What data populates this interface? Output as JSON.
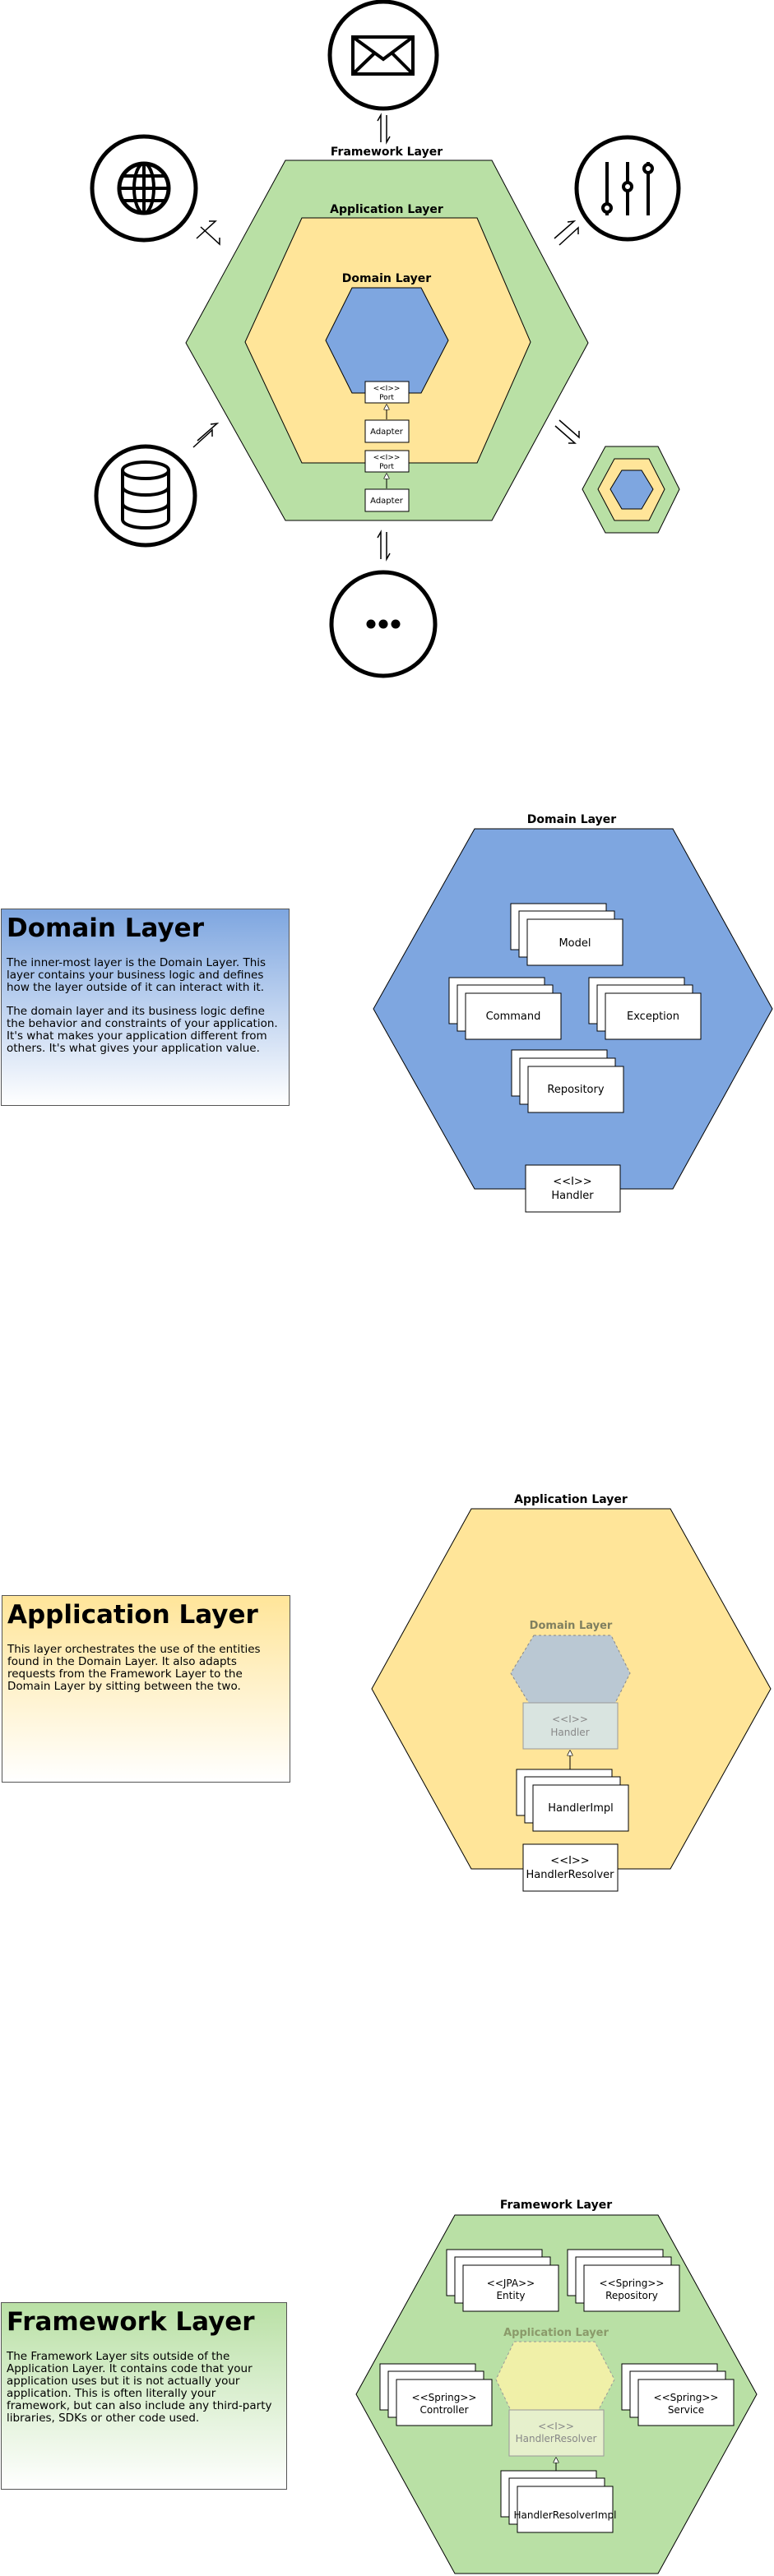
{
  "colors": {
    "framework": "#b9e0a5",
    "application": "#ffe599",
    "domain": "#7ea6e0",
    "faded_domain": "#bac8d3",
    "stroke": "#000000"
  },
  "overview": {
    "framework_title": "Framework Layer",
    "application_title": "Application Layer",
    "domain_title": "Domain Layer",
    "port_top_stereo": "<<I>>",
    "port_top_label": "Port",
    "adapter_top": "Adapter",
    "port_bottom_stereo": "<<I>>",
    "port_bottom_label": "Port",
    "adapter_bottom": "Adapter",
    "icons": [
      "mail-icon",
      "globe-icon",
      "sliders-icon",
      "database-icon",
      "more-icon",
      "mini-hexagon-icon"
    ]
  },
  "domain_section": {
    "heading": "Domain Layer",
    "para1": "The inner-most layer is the Domain Layer. This layer contains your business logic and defines how the layer outside of it can interact with it.",
    "para2": "The domain layer and its business logic define the behavior and constraints of your application. It's what makes your application different from others. It's what gives your application value.",
    "hex_title": "Domain Layer",
    "model": "Model",
    "command": "Command",
    "exception": "Exception",
    "repository": "Repository",
    "handler_stereo": "<<I>>",
    "handler": "Handler"
  },
  "application_section": {
    "heading": "Application Layer",
    "para1": "This layer orchestrates the use of the entities found in the Domain Layer. It also adapts requests from the Framework Layer to the Domain Layer by sitting between the two.",
    "hex_title": "Application Layer",
    "inner_title": "Domain Layer",
    "handler_stereo": "<<I>>",
    "handler": "Handler",
    "handler_impl": "HandlerImpl",
    "resolver_stereo": "<<I>>",
    "resolver": "HandlerResolver"
  },
  "framework_section": {
    "heading": "Framework Layer",
    "para1": "The Framework Layer sits outside of the Application Layer. It contains code that your application uses but it is not actually your application. This is often literally your framework, but can also include any third-party libraries, SDKs or other code used.",
    "hex_title": "Framework Layer",
    "inner_title": "Application Layer",
    "entity_stereo": "<<JPA>>",
    "entity": "Entity",
    "repo_stereo": "<<Spring>>",
    "repo": "Repository",
    "controller_stereo": "<<Spring>>",
    "controller": "Controller",
    "service_stereo": "<<Spring>>",
    "service": "Service",
    "resolver_stereo": "<<I>>",
    "resolver": "HandlerResolver",
    "resolver_impl": "HandlerResolverImpl"
  }
}
